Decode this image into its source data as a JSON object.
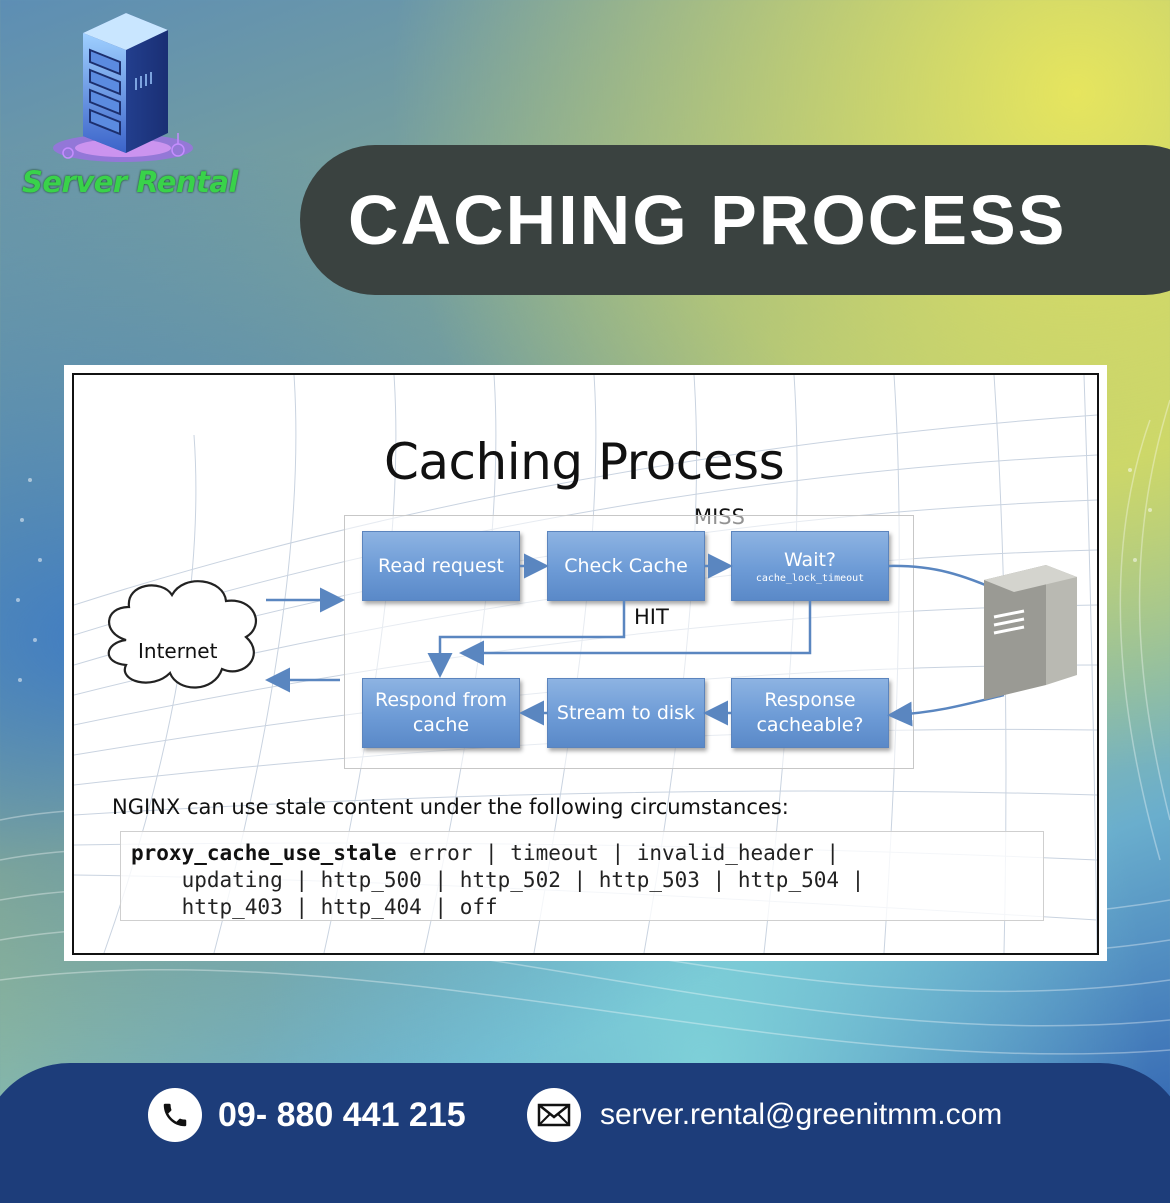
{
  "brand": {
    "name": "Server Rental"
  },
  "banner": {
    "title": "CACHING PROCESS"
  },
  "slide": {
    "title": "Caching Process",
    "internet_label": "Internet",
    "steps": {
      "read_request": "Read request",
      "check_cache": "Check Cache",
      "wait": "Wait?",
      "wait_sub": "cache_lock_timeout",
      "respond": "Respond from cache",
      "stream": "Stream to disk",
      "cacheable": "Response cacheable?"
    },
    "labels": {
      "miss": "MISS",
      "hit": "HIT"
    },
    "note": "NGINX can use stale content under the following circumstances:",
    "code": {
      "directive": "proxy_cache_use_stale",
      "line1": " error | timeout | invalid_header |",
      "line2": "    updating | http_500 | http_502 | http_503 | http_504 |",
      "line3": "    http_403 | http_404 | off"
    }
  },
  "footer": {
    "phone": "09- 880 441 215",
    "email": "server.rental@greenitmm.com",
    "phone_icon": "phone-icon",
    "email_icon": "envelope-icon"
  },
  "colors": {
    "title_pill": "#3a4240",
    "footer": "#1d3d7a",
    "step_box": "#6d9bd6",
    "brand_green": "#39d24a"
  }
}
